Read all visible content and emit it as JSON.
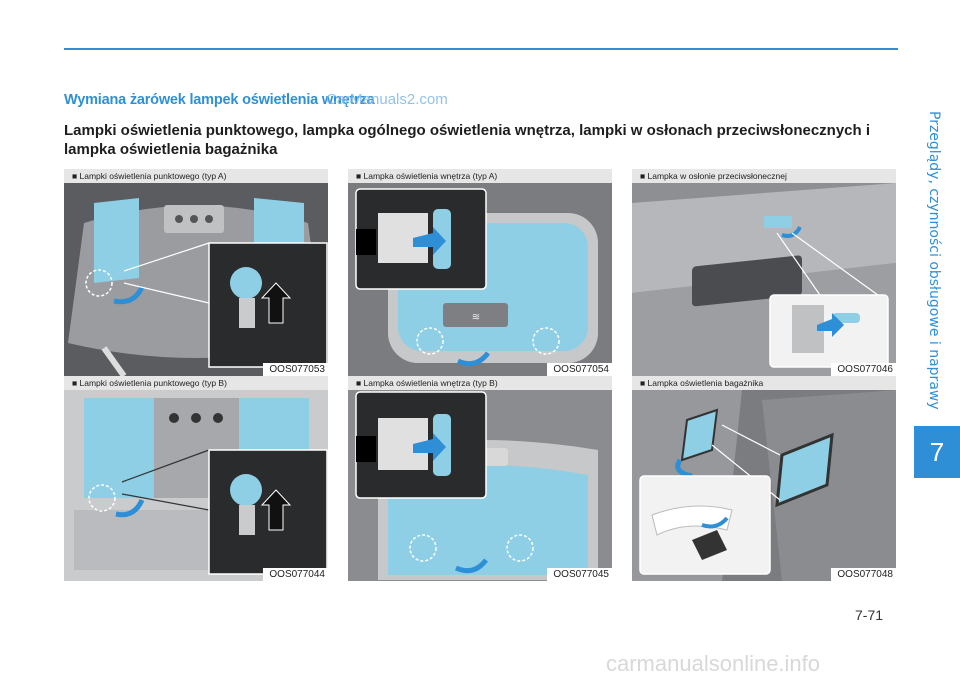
{
  "section_title": "Wymiana żarówek lampek oświetlenia wnętrza",
  "watermark": "CarManuals2.com",
  "subtitle": "Lampki oświetlenia punktowego, lampka ogólnego oświetlenia wnętrza, lampki w osłonach przeciwsłonecznych i lampka oświetlenia bagażnika",
  "side_label": "Przeglądy, czynności obsługowe i naprawy",
  "chapter": "7",
  "page_number": "7-71",
  "footer_watermark": "carmanualsonline.info",
  "panels": [
    {
      "caption": "■ Lampki oświetlenia punktowego (typ A)",
      "code": "OOS077053"
    },
    {
      "caption": "■ Lampka oświetlenia wnętrza (typ A)",
      "code": "OOS077054"
    },
    {
      "caption": "■ Lampka w osłonie przeciwsłonecznej",
      "code": "OOS077046"
    },
    {
      "caption": "■ Lampki oświetlenia punktowego (typ B)",
      "code": "OOS077044"
    },
    {
      "caption": "■ Lampka oświetlenia wnętrza (typ B)",
      "code": "OOS077045"
    },
    {
      "caption": "■ Lampka oświetlenia bagażnika",
      "code": "OOS077048"
    }
  ],
  "colors": {
    "accent": "#2f8fd6",
    "lens": "#8ecfe6",
    "panel_bg": "#6b6d70"
  }
}
